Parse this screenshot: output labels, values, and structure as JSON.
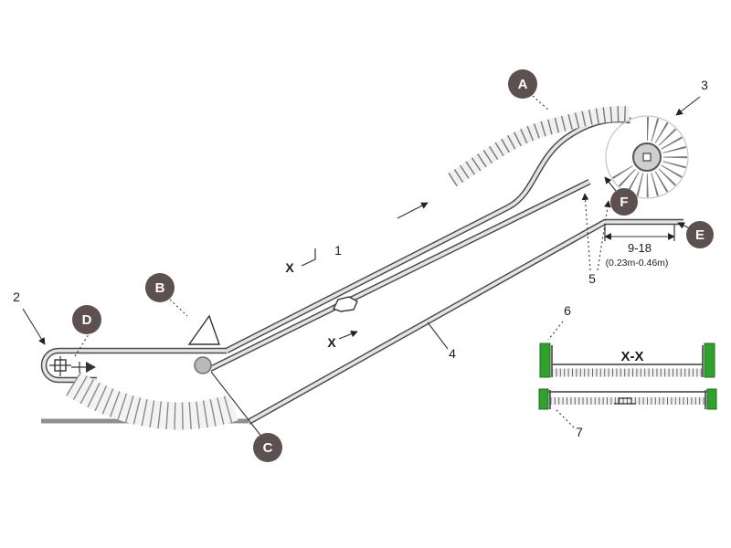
{
  "callouts": {
    "a": "A",
    "b": "B",
    "c": "C",
    "d": "D",
    "e": "E",
    "f": "F"
  },
  "parts": {
    "p1": "1",
    "p2": "2",
    "p3": "3",
    "p4": "4",
    "p5": "5",
    "p6": "6",
    "p7": "7"
  },
  "dimension": {
    "range": "9-18",
    "metric": "(0.23m-0.46m)"
  },
  "section": {
    "title": "X-X",
    "cut_upper_label": "X",
    "cut_lower_label": "X"
  },
  "colors": {
    "callout": "#5c5150",
    "green": "#2fa12c",
    "line": "#4a4a4a",
    "band": "#e4e4e4"
  }
}
